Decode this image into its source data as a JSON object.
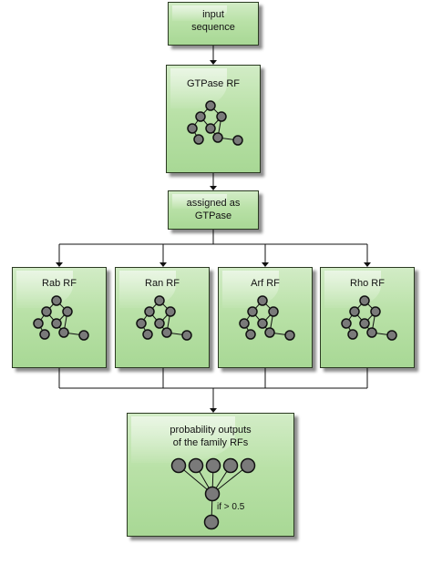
{
  "nodes": {
    "input": "input\nsequence",
    "gtpase_rf": "GTPase RF",
    "assigned": "assigned as\nGTPase",
    "rab_rf": "Rab RF",
    "ran_rf": "Ran RF",
    "arf_rf": "Arf RF",
    "rho_rf": "Rho RF",
    "output": "probability outputs\nof the family RFs",
    "threshold": "if > 0.5"
  },
  "colors": {
    "box_fill": "#b9e1a7",
    "node_fill": "#7a7a7a",
    "line": "#111111"
  }
}
